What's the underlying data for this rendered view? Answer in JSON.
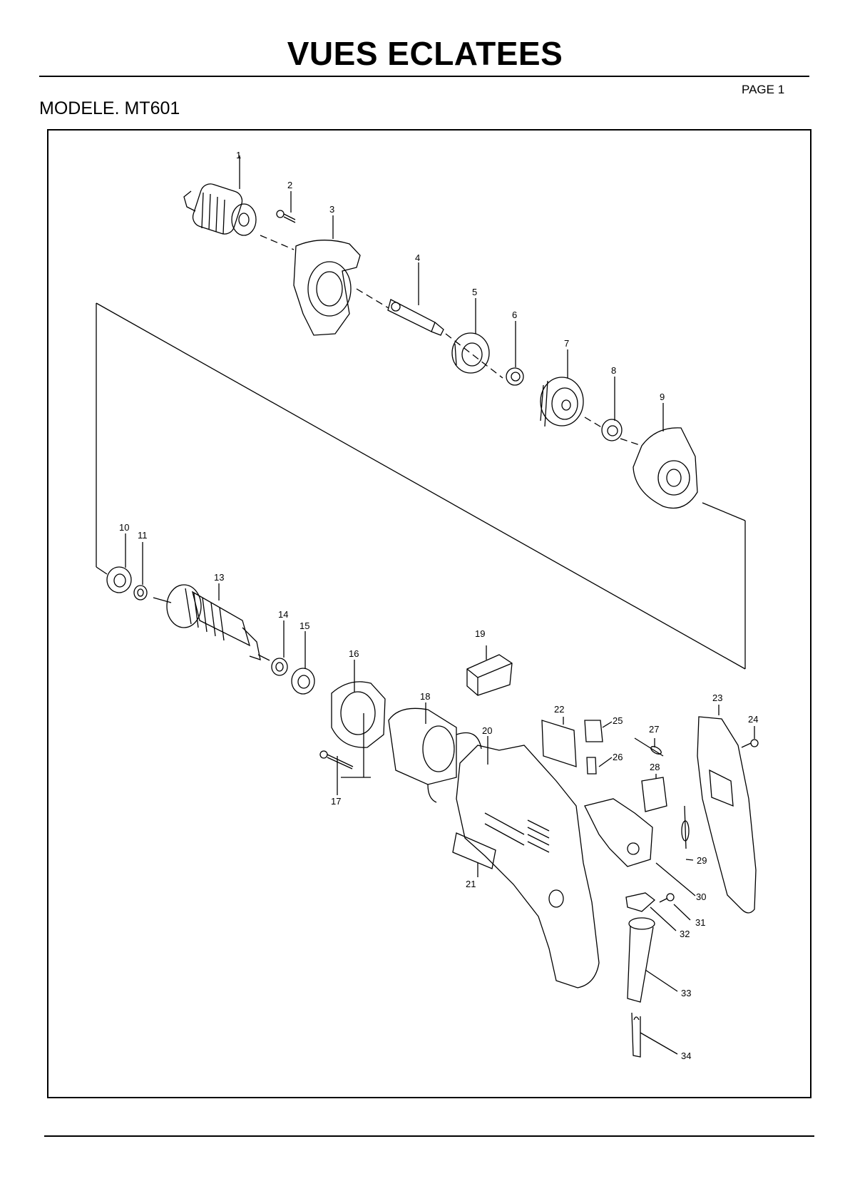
{
  "header": {
    "title": "VUES ECLATEES",
    "page": "PAGE 1",
    "model": "MODELE. MT601"
  },
  "diagram": {
    "callouts": [
      "1",
      "2",
      "3",
      "4",
      "5",
      "6",
      "7",
      "8",
      "9",
      "10",
      "11",
      "13",
      "14",
      "15",
      "16",
      "17",
      "18",
      "19",
      "20",
      "21",
      "22",
      "23",
      "24",
      "25",
      "26",
      "27",
      "28",
      "29",
      "30",
      "31",
      "32",
      "33",
      "34"
    ]
  }
}
